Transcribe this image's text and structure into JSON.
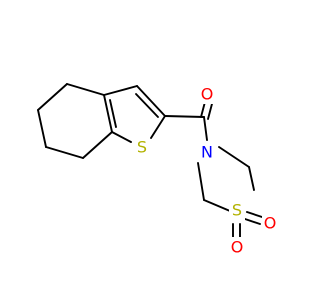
{
  "structure": {
    "atoms": {
      "oxygen_carbonyl": "O",
      "nitrogen": "N",
      "sulfur_thiophene": "S",
      "sulfur_sulfone": "S",
      "oxygen_sulfone_right": "O",
      "oxygen_sulfone_bottom": "O"
    }
  },
  "colors": {
    "oxygen": "#ff0000",
    "nitrogen": "#0000ff",
    "sulfur": "#b2b200",
    "bond": "#000000"
  }
}
